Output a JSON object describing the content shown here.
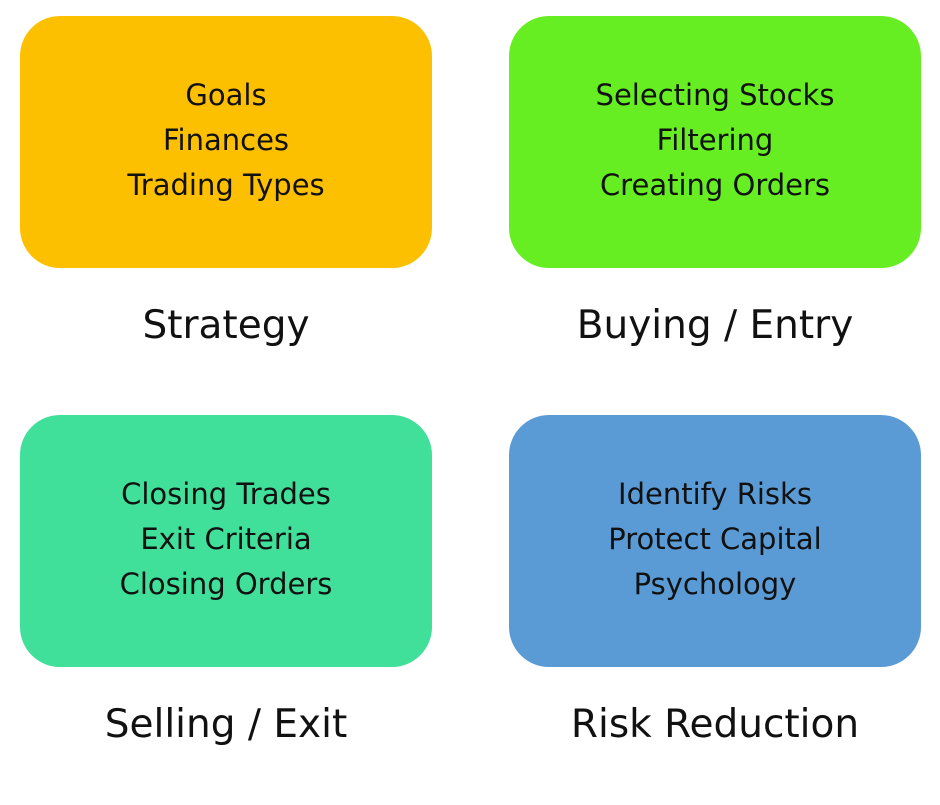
{
  "diagram": {
    "quadrants": [
      {
        "title": "Strategy",
        "color": "#FDC000",
        "items": [
          "Goals",
          "Finances",
          "Trading Types"
        ]
      },
      {
        "title": "Buying / Entry",
        "color": "#66EE22",
        "items": [
          "Selecting Stocks",
          "Filtering",
          "Creating Orders"
        ]
      },
      {
        "title": "Selling / Exit",
        "color": "#40DF9A",
        "items": [
          "Closing Trades",
          "Exit Criteria",
          "Closing Orders"
        ]
      },
      {
        "title": "Risk Reduction",
        "color": "#5B9BD5",
        "items": [
          "Identify Risks",
          "Protect Capital",
          "Psychology"
        ]
      }
    ]
  }
}
